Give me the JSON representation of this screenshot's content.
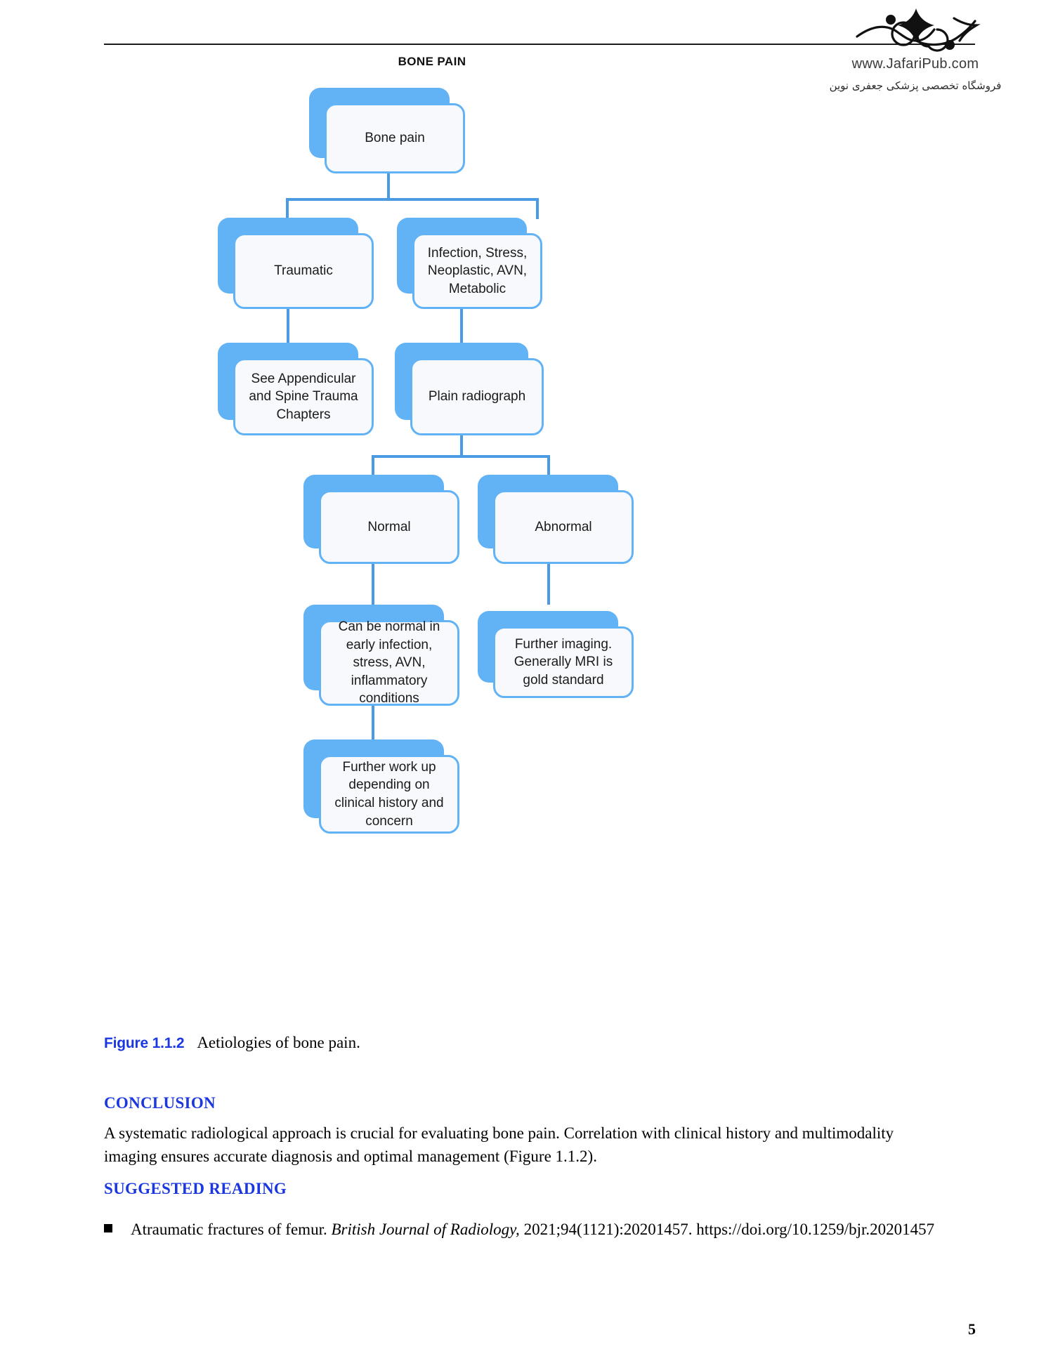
{
  "header": {
    "running_head": "BONE PAIN",
    "rule_color": "#1a1a1a"
  },
  "watermark": {
    "site": "www.JafariPub.com",
    "persian": "فروشگاه تخصصی پزشکی جعفری نوین",
    "mark_name": "jafaripub-calligraphic-logo"
  },
  "figure": {
    "label": "Figure 1.1.2",
    "caption": "Aetiologies of bone pain.",
    "accent_color": "#62b2f6",
    "connector_color": "#4a9ae4",
    "node_fill": "#f7f9fc",
    "nodes": {
      "root": "Bone pain",
      "traumatic": "Traumatic",
      "nontraumatic": "Infection, Stress, Neoplastic, AVN, Metabolic",
      "trauma_chapters": "See Appendicular and Spine Trauma Chapters",
      "plain_radiograph": "Plain radiograph",
      "normal": "Normal",
      "abnormal": "Abnormal",
      "normal_detail": "Can be normal in early infection, stress, AVN, inflammatory conditions",
      "abnormal_detail": "Further imaging. Generally MRI is gold standard",
      "further_workup": "Further work up depending on clinical history and concern"
    }
  },
  "sections": {
    "conclusion_heading": "CONCLUSION",
    "conclusion_text": "A systematic radiological approach is crucial for evaluating bone pain. Correlation with clinical history and multimodality imaging ensures accurate diagnosis and optimal management (Figure 1.1.2).",
    "reading_heading": "SUGGESTED READING",
    "references": [
      {
        "lead": "Atraumatic fractures of femur. ",
        "journal": "British Journal of Radiology,",
        "tail": " 2021;94(1121):20201457. https://doi.org/10.1259/bjr.20201457"
      }
    ]
  },
  "footer": {
    "page_number": "5"
  }
}
